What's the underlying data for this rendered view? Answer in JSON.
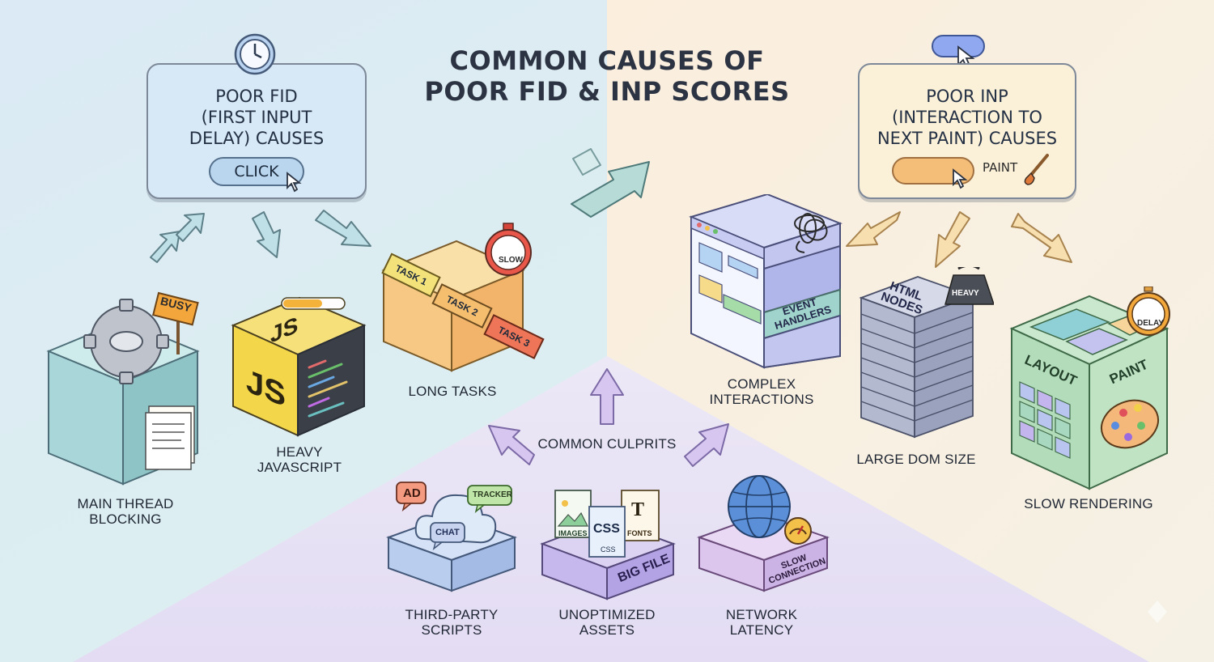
{
  "title": [
    "COMMON CAUSES OF",
    "POOR FID & INP SCORES"
  ],
  "fid": {
    "title": [
      "POOR FID",
      "(FIRST INPUT",
      "DELAY) CAUSES"
    ],
    "button_label": "CLICK",
    "icon": "clock-icon"
  },
  "inp": {
    "title": [
      "POOR INP",
      "(INTERACTION TO",
      "NEXT PAINT) CAUSES"
    ],
    "paint_label": "PAINT",
    "icon": "paintbrush-icon"
  },
  "center": {
    "label": "COMMON CULPRITS"
  },
  "causes": {
    "main_thread": {
      "label": [
        "MAIN THREAD",
        "BLOCKING"
      ],
      "sign": "BUSY"
    },
    "heavy_js": {
      "label": [
        "HEAVY",
        "JAVASCRIPT"
      ],
      "badge": "JS"
    },
    "long_tasks": {
      "label": "LONG TASKS",
      "tasks": [
        "TASK 1",
        "TASK 2",
        "TASK 3"
      ],
      "timer": "SLOW"
    },
    "complex": {
      "label": [
        "COMPLEX",
        "INTERACTIONS"
      ],
      "side": [
        "EVENT",
        "HANDLERS"
      ]
    },
    "dom": {
      "label": "LARGE DOM SIZE",
      "side": [
        "HTML",
        "NODES"
      ],
      "weight": "HEAVY"
    },
    "rendering": {
      "label": "SLOW RENDERING",
      "faces": [
        "LAYOUT",
        "PAINT"
      ],
      "timer": "DELAY"
    },
    "third_party": {
      "label": [
        "THIRD-PARTY",
        "SCRIPTS"
      ],
      "bubbles": [
        "AD",
        "TRACKER",
        "CHAT"
      ]
    },
    "assets": {
      "label": [
        "UNOPTIMIZED",
        "ASSETS"
      ],
      "files": [
        "IMAGES",
        "CSS",
        "FONTS"
      ],
      "file_glyph": "T",
      "css_sub": "CSS",
      "side": "BIG FILE"
    },
    "network": {
      "label": [
        "NETWORK",
        "LATENCY"
      ],
      "side": [
        "SLOW",
        "CONNECTION"
      ]
    }
  },
  "colors": {
    "fid_card": "#d7e8f7",
    "inp_card": "#fbf0d8",
    "click_pill": "#b9d6ee",
    "paint_pill": "#f4be79",
    "teal": "#a9d7d9",
    "yellow": "#f3d64a",
    "orange": "#f5c680",
    "purple": "#c3c6ef",
    "slate": "#b3bad0",
    "green": "#bfe3c3",
    "blue": "#b9cdee",
    "lilac": "#d9c7f0"
  }
}
